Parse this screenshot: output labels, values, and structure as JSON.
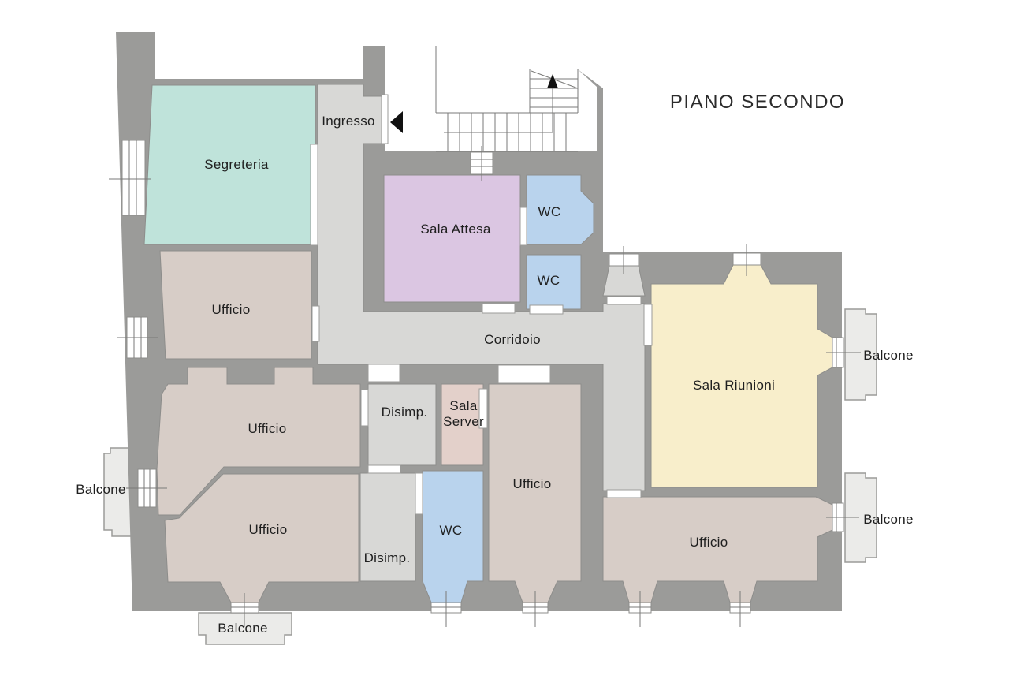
{
  "title": "PIANO SECONDO",
  "rooms": [
    {
      "id": "segreteria",
      "label": "Segreteria",
      "color": "#bfe3da"
    },
    {
      "id": "ingresso",
      "label": "Ingresso",
      "color": "#d8d8d6"
    },
    {
      "id": "sala-attesa",
      "label": "Sala Attesa",
      "color": "#dbc6e2"
    },
    {
      "id": "wc-1",
      "label": "WC",
      "color": "#b9d3ed"
    },
    {
      "id": "wc-2",
      "label": "WC",
      "color": "#b9d3ed"
    },
    {
      "id": "ufficio-nord",
      "label": "Ufficio",
      "color": "#d7cdc7"
    },
    {
      "id": "corridoio",
      "label": "Corridoio",
      "color": "#d8d8d6"
    },
    {
      "id": "sala-riunioni",
      "label": "Sala Riunioni",
      "color": "#f8eecb"
    },
    {
      "id": "ufficio-ovest",
      "label": "Ufficio",
      "color": "#d7cdc7"
    },
    {
      "id": "disimpegno-1",
      "label": "Disimp.",
      "color": "#d8d8d6"
    },
    {
      "id": "sala-server",
      "label": "Sala Server",
      "color": "#e3d0ca"
    },
    {
      "id": "ufficio-centro",
      "label": "Ufficio",
      "color": "#d7cdc7"
    },
    {
      "id": "wc-3",
      "label": "WC",
      "color": "#b9d3ed"
    },
    {
      "id": "disimpegno-2",
      "label": "Disimp.",
      "color": "#d8d8d6"
    },
    {
      "id": "ufficio-sud-ovest",
      "label": "Ufficio",
      "color": "#d7cdc7"
    },
    {
      "id": "ufficio-sud-est",
      "label": "Ufficio",
      "color": "#d7cdc7"
    }
  ],
  "balconies": [
    {
      "id": "balcone-est-1",
      "label": "Balcone"
    },
    {
      "id": "balcone-est-2",
      "label": "Balcone"
    },
    {
      "id": "balcone-ovest",
      "label": "Balcone"
    },
    {
      "id": "balcone-sud",
      "label": "Balcone"
    }
  ],
  "icons": {
    "entrance_arrow": "left-triangle",
    "stair_direction_arrow": "up-triangle"
  },
  "colors": {
    "wall": "#9b9b99",
    "corridor_floor": "#d8d8d6",
    "balcony_floor": "#ebebe9",
    "background": "#ffffff",
    "text": "#1f1f1f",
    "opening": "#ffffff"
  }
}
